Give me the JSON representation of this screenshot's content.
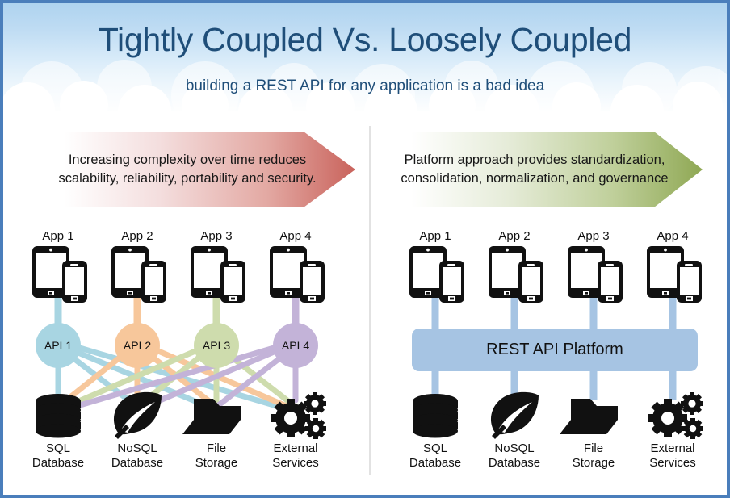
{
  "header": {
    "title": "Tightly Coupled Vs. Loosely Coupled",
    "subtitle": "building a REST API for any application is a bad idea",
    "title_color": "#1f4e79",
    "border_color": "#4a7ebb"
  },
  "left_panel": {
    "banner": "Increasing complexity over time reduces scalability, reliability, portability and security.",
    "banner_gradient_end": "#c9635c",
    "apps": [
      {
        "label": "App 1"
      },
      {
        "label": "App 2"
      },
      {
        "label": "App 3"
      },
      {
        "label": "App 4"
      }
    ],
    "apis": [
      {
        "label": "API 1",
        "color": "#a8d5e2"
      },
      {
        "label": "API 2",
        "color": "#f7c79b"
      },
      {
        "label": "API 3",
        "color": "#cedcad"
      },
      {
        "label": "API 4",
        "color": "#c3b3d8"
      }
    ],
    "stores": [
      {
        "label_line1": "SQL",
        "label_line2": "Database",
        "icon": "database-icon"
      },
      {
        "label_line1": "NoSQL",
        "label_line2": "Database",
        "icon": "leaf-icon"
      },
      {
        "label_line1": "File",
        "label_line2": "Storage",
        "icon": "folder-icon"
      },
      {
        "label_line1": "External",
        "label_line2": "Services",
        "icon": "gears-icon"
      }
    ]
  },
  "right_panel": {
    "banner": "Platform approach provides standardization, consolidation, normalization, and governance",
    "banner_gradient_end": "#8fa854",
    "apps": [
      {
        "label": "App 1"
      },
      {
        "label": "App 2"
      },
      {
        "label": "App 3"
      },
      {
        "label": "App 4"
      }
    ],
    "platform": {
      "label": "REST API Platform",
      "color": "#a6c4e3"
    },
    "connector_color": "#a6c4e3",
    "stores": [
      {
        "label_line1": "SQL",
        "label_line2": "Database",
        "icon": "database-icon"
      },
      {
        "label_line1": "NoSQL",
        "label_line2": "Database",
        "icon": "leaf-icon"
      },
      {
        "label_line1": "File",
        "label_line2": "Storage",
        "icon": "folder-icon"
      },
      {
        "label_line1": "External",
        "label_line2": "Services",
        "icon": "gears-icon"
      }
    ]
  }
}
